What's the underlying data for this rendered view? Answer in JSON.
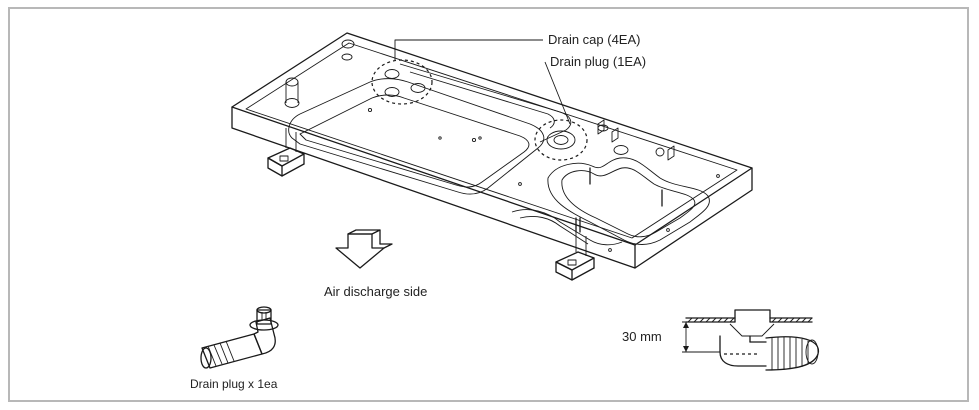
{
  "labels": {
    "drain_cap": "Drain cap (4EA)",
    "drain_plug": "Drain plug (1EA)",
    "air_discharge": "Air discharge side",
    "drain_plug_qty": "Drain plug x 1ea",
    "dimension": "30 mm"
  },
  "colors": {
    "frame_border": "#b8b8b8",
    "line": "#1a1a1a",
    "background": "#ffffff"
  },
  "icons": {
    "discharge_arrow": "outline-down-arrow-icon"
  }
}
